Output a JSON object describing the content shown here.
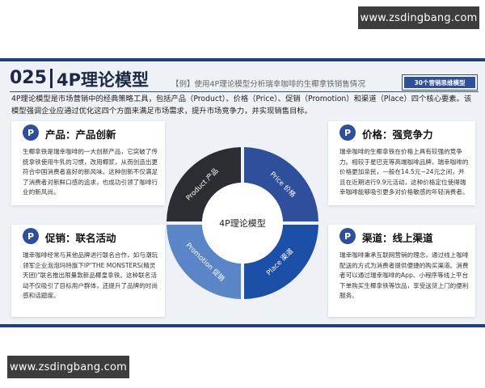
{
  "watermark_top": "www.zsdingbang.com",
  "watermark_bottom": "www.zsdingbang.com",
  "header": {
    "number": "025",
    "title": "4P理论模型",
    "subtitle": "【例】使用4P理论模型分析瑞幸咖啡的生椰拿铁销售情况",
    "tag": "30个营销思维模型"
  },
  "intro": "4P理论模型是市场营销中的经典策略工具，包括产品（Product）、价格（Price）、促销（Promotion）和渠道（Place）四个核心要素。该模型强调企业应通过优化这四个方面来满足市场需求，提升市场竞争力，并实现销售目标。",
  "quadrants": {
    "product": {
      "badge": "P",
      "heading": "产品：产品创新",
      "body": "生椰拿铁是瑞幸咖啡的一大创新产品，它突破了传统拿铁使用牛乳的习惯，改用椰浆，从而创造出更符合中国消费者喜好的新风味。这种创新不仅满足了消费者对新鲜口感的追求，也成功引领了咖啡行业的新风尚。"
    },
    "price": {
      "badge": "P",
      "heading": "价格：强竞争力",
      "body": "瑞幸咖啡的生椰拿铁在价格上具有较强的竞争力。相较于星巴克等高端咖啡品牌，瑞幸咖啡的价格更加亲民，一般在14.5元~24元之间，并且在近期进行9.9元活动，这种价格定位使得瑞幸咖啡能够吸引更多对价格敏感的年轻消费者。"
    },
    "promotion": {
      "badge": "P",
      "heading": "促销：联名活动",
      "body": "瑞幸咖啡经常与其他品牌进行联名合作，如与潮玩领军企业泡泡玛特旗下IP\"THE MONSTERS(精灵天团)\"联名推出限量款新品椰皇拿铁。这种联名活动不仅吸引了目标用户群体，还提升了品牌的时尚感和话题度。"
    },
    "place": {
      "badge": "P",
      "heading": "渠道：线上渠道",
      "body": "瑞幸咖啡秉承互联网营销的理念，通过线上咖啡配送的方式为消费者提供便捷的购买渠道。消费者可以通过瑞幸咖啡的App、小程序等线上平台下单购买生椰拿铁等饮品，享受送货上门的便利服务。"
    }
  },
  "ring": {
    "center_label": "4P理论模型",
    "segment_labels": {
      "product": "Product 产品",
      "price": "Price 价格",
      "promotion": "Promotion 促销",
      "place": "Place 渠道"
    },
    "colors": {
      "product": "#2b2d33",
      "price": "#2d4f9c",
      "promotion": "#5a86c8",
      "place": "#1c4fa8"
    }
  }
}
